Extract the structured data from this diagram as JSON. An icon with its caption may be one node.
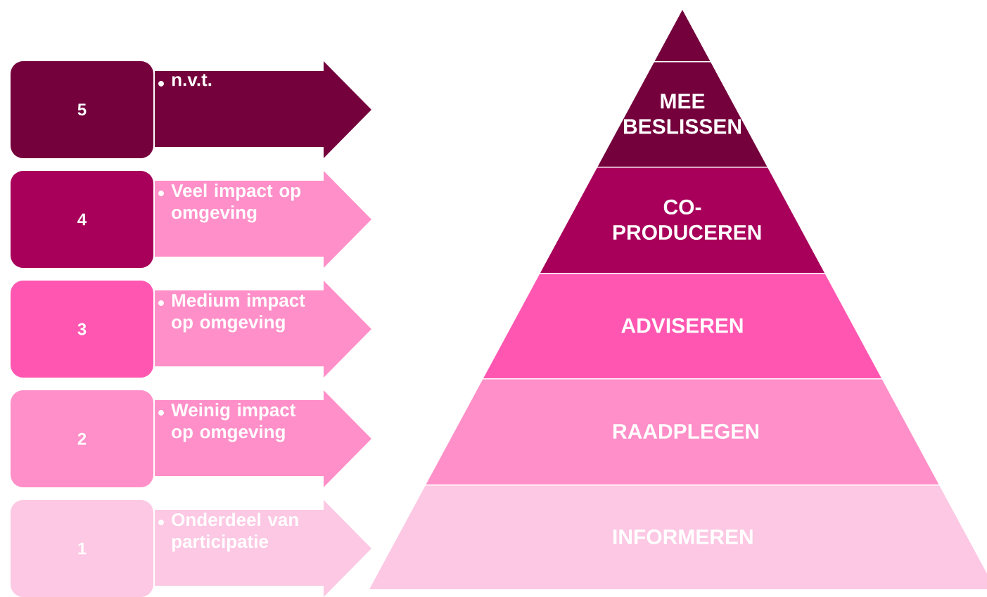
{
  "diagram": {
    "nodes": [
      {
        "text": [
          "5"
        ]
      },
      {
        "text": [
          "4"
        ]
      },
      {
        "text": [
          "3"
        ]
      },
      {
        "text": [
          "2"
        ]
      },
      {
        "text": [
          "1"
        ]
      },
      {
        "text": [
          "n.v.t."
        ]
      },
      {
        "text": [
          "Veel impact op omgeving"
        ]
      },
      {
        "text": [
          "Medium impact op omgeving"
        ]
      },
      {
        "text": [
          "Weinig impact op omgeving"
        ]
      },
      {
        "text": [
          "Onderdeel van participatie"
        ]
      },
      {
        "text": [],
        "shape": "triangle"
      },
      {
        "text": [
          "MEE BESLISSEN"
        ]
      },
      {
        "text": [
          "CO-PRODUCEREN"
        ]
      },
      {
        "text": [
          "ADVISEREN"
        ]
      },
      {
        "text": [
          "RAADPLEGEN"
        ]
      },
      {
        "text": [
          "INFORMEREN"
        ]
      }
    ]
  }
}
